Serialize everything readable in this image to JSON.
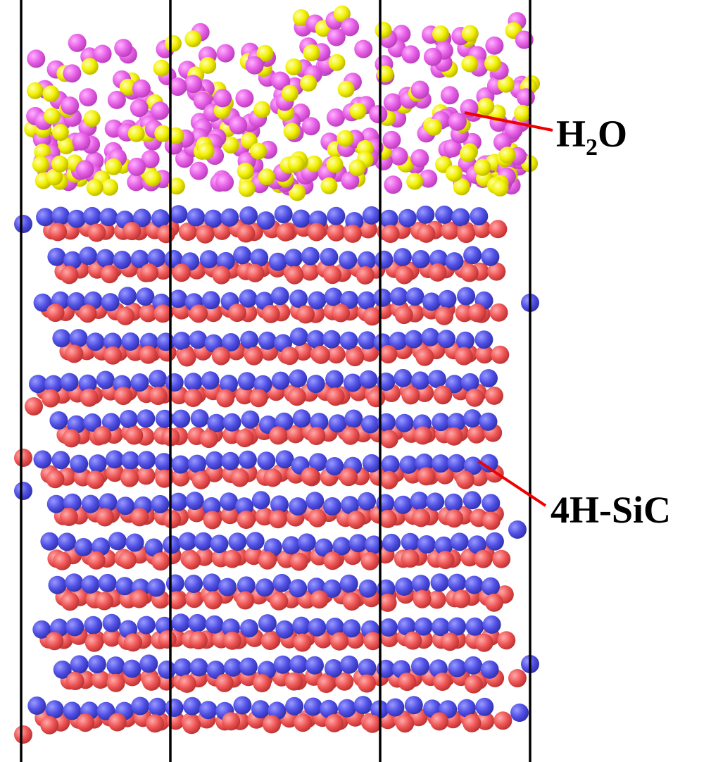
{
  "labels": {
    "water": {
      "main": "H",
      "sub": "2",
      "tail": "O"
    },
    "substrate": "4H-SiC"
  },
  "colors": {
    "oxygen": "#e65ee6",
    "hydrogen": "#f2f000",
    "silicon": "#5050e6",
    "carbon": "#ef5555",
    "cell_boundary": "#000000",
    "leader_line": "#ee0000"
  },
  "legend": [
    {
      "label_ref": "water",
      "component": "water-layer"
    },
    {
      "label_ref": "substrate",
      "component": "4h-sic-slab"
    }
  ]
}
